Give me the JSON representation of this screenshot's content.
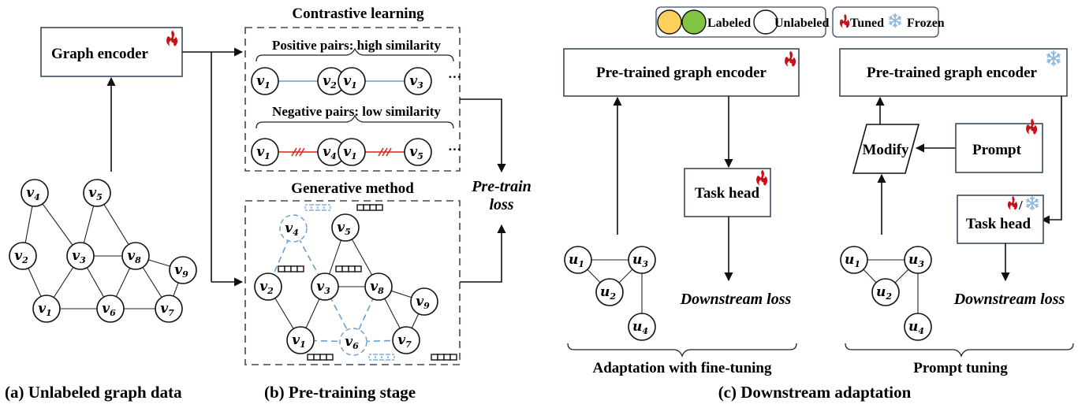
{
  "captions": {
    "a": "(a) Unlabeled graph data",
    "b": "(b) Pre-training stage",
    "c": "(c) Downstream adaptation"
  },
  "panel_a": {
    "encoder_label": "Graph encoder",
    "encoder_state": "tuned",
    "nodes": [
      {
        "id": "v4",
        "base": "v",
        "sub": "4"
      },
      {
        "id": "v5",
        "base": "v",
        "sub": "5"
      },
      {
        "id": "v2",
        "base": "v",
        "sub": "2"
      },
      {
        "id": "v3",
        "base": "v",
        "sub": "3"
      },
      {
        "id": "v8",
        "base": "v",
        "sub": "8"
      },
      {
        "id": "v9",
        "base": "v",
        "sub": "9"
      },
      {
        "id": "v1",
        "base": "v",
        "sub": "1"
      },
      {
        "id": "v6",
        "base": "v",
        "sub": "6"
      },
      {
        "id": "v7",
        "base": "v",
        "sub": "7"
      }
    ],
    "edges": [
      [
        "v4",
        "v2"
      ],
      [
        "v4",
        "v3"
      ],
      [
        "v5",
        "v3"
      ],
      [
        "v5",
        "v8"
      ],
      [
        "v2",
        "v1"
      ],
      [
        "v3",
        "v1"
      ],
      [
        "v3",
        "v8"
      ],
      [
        "v3",
        "v6"
      ],
      [
        "v8",
        "v6"
      ],
      [
        "v8",
        "v9"
      ],
      [
        "v8",
        "v7"
      ],
      [
        "v9",
        "v7"
      ],
      [
        "v1",
        "v6"
      ],
      [
        "v6",
        "v7"
      ]
    ]
  },
  "panel_b": {
    "contrastive": {
      "title": "Contrastive learning",
      "positive_title": "Positive pairs: high similarity",
      "negative_title": "Negative pairs: low similarity",
      "positive_pairs": [
        [
          "1",
          "2"
        ],
        [
          "1",
          "3"
        ]
      ],
      "negative_pairs": [
        [
          "1",
          "4"
        ],
        [
          "1",
          "5"
        ]
      ],
      "ellipsis": "···"
    },
    "generative": {
      "title": "Generative method",
      "masked_nodes": [
        "v4",
        "v6"
      ],
      "masked_edges": [
        [
          "v4",
          "v2"
        ],
        [
          "v4",
          "v3"
        ],
        [
          "v3",
          "v6"
        ],
        [
          "v8",
          "v6"
        ],
        [
          "v1",
          "v6"
        ],
        [
          "v6",
          "v7"
        ]
      ]
    },
    "loss_line1": "Pre-train",
    "loss_line2": "loss"
  },
  "panel_c": {
    "legend": {
      "labeled": "Labeled",
      "unlabeled": "Unlabeled",
      "tuned": "Tuned",
      "frozen": "Frozen",
      "labeled_colors": [
        "#fdd05e",
        "#82c341"
      ]
    },
    "finetune": {
      "encoder_label": "Pre-trained graph encoder",
      "encoder_state": "tuned",
      "head_label": "Task head",
      "head_state": "tuned",
      "loss": "Downstream loss",
      "brace_label": "Adaptation with fine-tuning"
    },
    "prompt": {
      "encoder_label": "Pre-trained graph encoder",
      "encoder_state": "frozen",
      "modify_label": "Modify",
      "prompt_label": "Prompt",
      "prompt_state": "tuned",
      "head_label": "Task head",
      "head_state": "tuned/frozen",
      "slash": "/",
      "loss": "Downstream loss",
      "brace_label": "Prompt tuning"
    },
    "small_graph": {
      "nodes": [
        {
          "id": "u1",
          "base": "u",
          "sub": "1",
          "status": "labeled",
          "color": "#fdd05e"
        },
        {
          "id": "u2",
          "base": "u",
          "sub": "2",
          "status": "labeled",
          "color": "#82c341"
        },
        {
          "id": "u3",
          "base": "u",
          "sub": "3",
          "status": "unlabeled",
          "color": "#ffffff"
        },
        {
          "id": "u4",
          "base": "u",
          "sub": "4",
          "status": "unlabeled",
          "color": "#ffffff"
        }
      ],
      "edges": [
        [
          "u1",
          "u3"
        ],
        [
          "u1",
          "u2"
        ],
        [
          "u2",
          "u3"
        ],
        [
          "u3",
          "u4"
        ]
      ]
    }
  },
  "colors": {
    "flame": "#c8101a",
    "snow": "#8fb8e0",
    "box_border": "#3b4a5e",
    "masked": "#6a9ed0",
    "negative_edge": "#e0201c",
    "positive_edge": "#6a9ed0"
  }
}
